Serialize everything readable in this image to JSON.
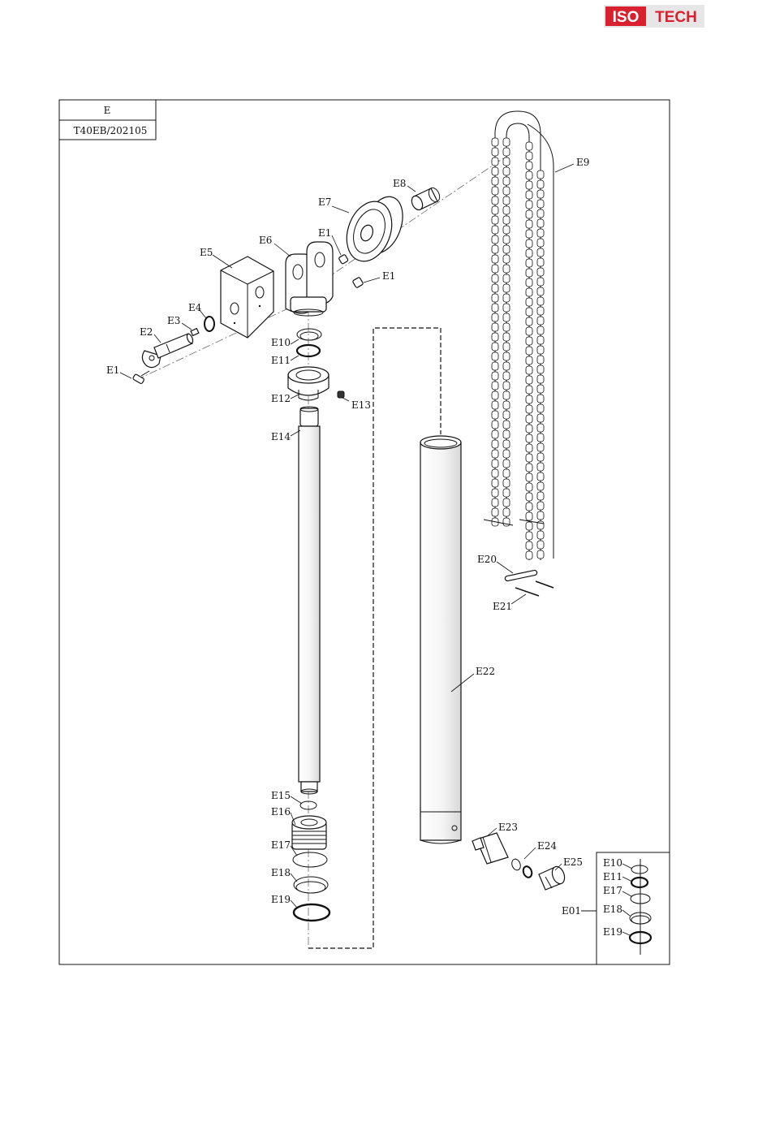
{
  "brand": {
    "left": "ISO",
    "right": "TECH",
    "accent": "#d9202f",
    "box": "#e6e6e6"
  },
  "header": {
    "section": "E",
    "code": "T40EB/202105"
  },
  "parts": [
    "E1",
    "E2",
    "E3",
    "E4",
    "E5",
    "E6",
    "E7",
    "E8",
    "E9",
    "E10",
    "E11",
    "E12",
    "E13",
    "E14",
    "E15",
    "E16",
    "E17",
    "E18",
    "E19",
    "E20",
    "E21",
    "E22",
    "E23",
    "E24",
    "E25"
  ],
  "kit": {
    "label": "E01",
    "items": [
      "E10",
      "E11",
      "E17",
      "E18",
      "E19"
    ]
  },
  "labels": {
    "e1a": "E1",
    "e1b": "E1",
    "e1c": "E1",
    "e2": "E2",
    "e3": "E3",
    "e4": "E4",
    "e5": "E5",
    "e6": "E6",
    "e7": "E7",
    "e8": "E8",
    "e9": "E9",
    "e10": "E10",
    "e11": "E11",
    "e12": "E12",
    "e13": "E13",
    "e14": "E14",
    "e15": "E15",
    "e16": "E16",
    "e17": "E17",
    "e18": "E18",
    "e19": "E19",
    "e20": "E20",
    "e21": "E21",
    "e22": "E22",
    "e23": "E23",
    "e24": "E24",
    "e25": "E25"
  }
}
